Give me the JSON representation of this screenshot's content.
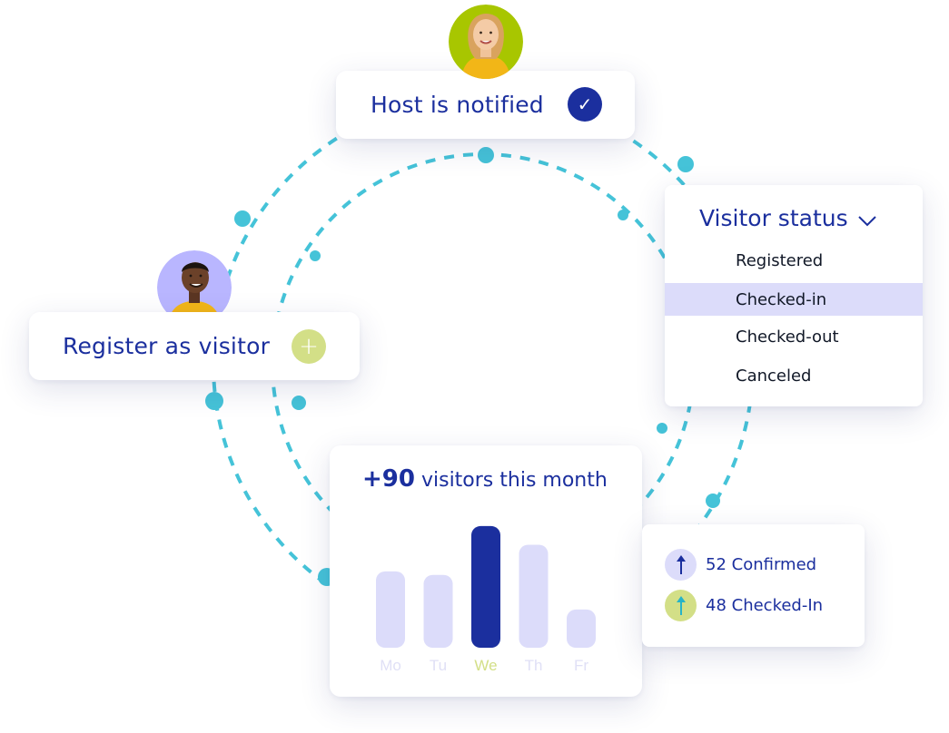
{
  "host_card": {
    "title": "Host is notified",
    "check_icon": "check-icon"
  },
  "register_card": {
    "title": "Register as visitor",
    "plus_icon": "plus-icon"
  },
  "visitor_status": {
    "title": "Visitor status",
    "options": [
      "Registered",
      "Checked-in",
      "Checked-out",
      "Canceled"
    ],
    "selected": "Checked-in"
  },
  "visitors_chart": {
    "title_number": "+90",
    "title_text": "visitors this month"
  },
  "stats": {
    "confirmed": "52 Confirmed",
    "checked_in": "48 Checked-In"
  },
  "colors": {
    "primary": "#1b2f9e",
    "accent_cyan": "#45c3d8",
    "bar_light": "#dcdcfa",
    "bar_dark": "#1b2f9e",
    "lime": "#d3df87",
    "selected_bg": "#dcdcfa"
  },
  "chart_data": {
    "type": "bar",
    "categories": [
      "Mo",
      "Tu",
      "We",
      "Th",
      "Fr"
    ],
    "values": [
      86,
      82,
      137,
      116,
      43
    ],
    "highlight": "We",
    "title": "+90 visitors this month",
    "xlabel": "",
    "ylabel": "",
    "ylim": [
      0,
      140
    ],
    "grid": false
  }
}
